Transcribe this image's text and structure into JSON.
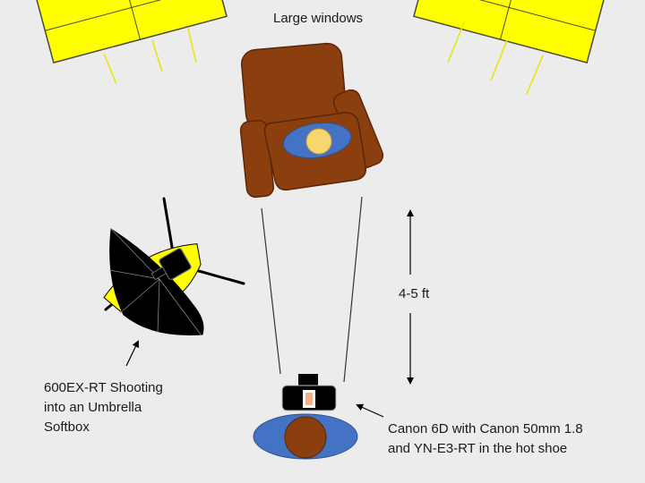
{
  "labels": {
    "windows": "Large windows",
    "distance": "4-5 ft",
    "flash": [
      "600EX-RT Shooting",
      "into an Umbrella",
      "Softbox"
    ],
    "camera": [
      "Canon 6D with Canon 50mm 1.8",
      "and YN-E3-RT in the hot shoe"
    ]
  },
  "colors": {
    "background": "#ececec",
    "window_fill": "#ffff00",
    "window_stroke": "#4a4a3a",
    "light_ray": "#e6e600",
    "chair": "#8b3f0f",
    "chair_stroke": "#5a2608",
    "person_body": "#4472c4",
    "person_head_subject": "#f5d76e",
    "person_head_photographer": "#8b3f0f",
    "umbrella_fill": "#000000",
    "umbrella_rim": "#ffff00",
    "camera_body": "#000000",
    "camera_screen": "#f4b183"
  },
  "icons": {
    "windows": "window-icon",
    "chair": "armchair-icon",
    "subject": "person-top-view-icon",
    "light": "umbrella-softbox-icon",
    "camera": "camera-icon"
  }
}
